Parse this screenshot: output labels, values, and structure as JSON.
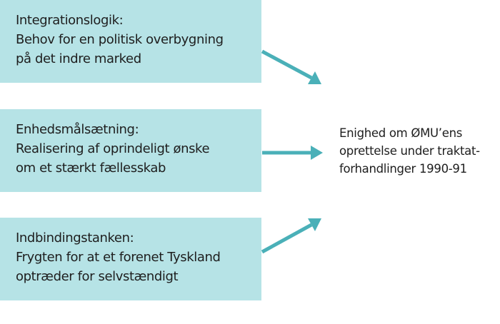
{
  "boxes": [
    {
      "title": "Integrationslogik:",
      "lines": [
        "Behov for en politisk overbygning",
        "på det indre marked"
      ]
    },
    {
      "title": "Enhedsmålsætning:",
      "lines": [
        "Realisering af oprindeligt ønske",
        "om et stærkt fællesskab"
      ]
    },
    {
      "title": "Indbindingstanken:",
      "lines": [
        "Frygten for at et forenet Tyskland",
        "optræder for selvstændigt"
      ]
    }
  ],
  "result": {
    "lines": [
      "Enighed om ØMU’ens",
      "oprettelse under traktat-",
      "forhandlinger 1990-91"
    ]
  },
  "colors": {
    "box": "#b6e3e6",
    "arrow": "#4ab0b8"
  }
}
